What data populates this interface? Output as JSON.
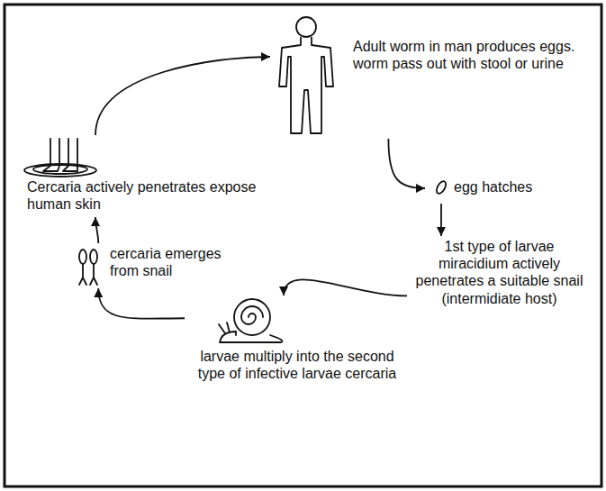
{
  "diagram": {
    "nodes": [
      {
        "text": [
          "Adult worm in man produces eggs. worm pass out with stool or urine"
        ]
      },
      {
        "text": [
          "egg hatches"
        ]
      },
      {
        "text": [
          "1st type of larvae miracidium actively penetrates a suitable snail (intermidiate host)"
        ]
      },
      {
        "text": [
          "larvae multiply into the second type of infective larvae cercaria"
        ]
      },
      {
        "text": [
          "cercaria emerges from snail"
        ]
      },
      {
        "text": [
          "Cercaria actively penetrates expose human skin"
        ]
      }
    ],
    "edges": [
      {
        "from": 0,
        "to": 1,
        "arrow": "to"
      },
      {
        "from": 1,
        "to": 2,
        "arrow": "to"
      },
      {
        "from": 2,
        "to": 3,
        "arrow": "to"
      },
      {
        "from": 3,
        "to": 4,
        "arrow": "to"
      },
      {
        "from": 4,
        "to": 5,
        "arrow": "to"
      },
      {
        "from": 5,
        "to": 0,
        "arrow": "to"
      }
    ]
  }
}
